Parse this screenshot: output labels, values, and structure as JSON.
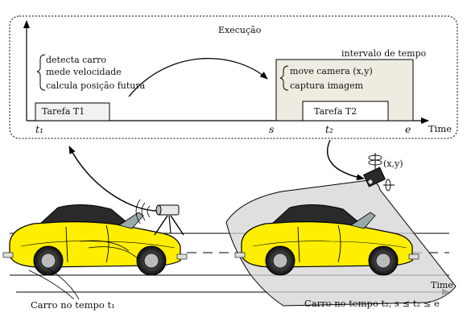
{
  "panel": {
    "title": "Execução",
    "brace_lines": [
      "detecta carro",
      "mede velocidade",
      "calcula posição futura"
    ],
    "task1": "Tarefa T1",
    "interval_label": "intervalo de tempo",
    "interval_lines": [
      "move camera (x,y)",
      "captura imagem"
    ],
    "task2": "Tarefa T2",
    "axis": {
      "label": "Time",
      "ticks": {
        "t1": "t₁",
        "s": "s",
        "t2": "t₂",
        "e": "e"
      }
    }
  },
  "camera_label": "(x,y)",
  "road_time_label": "Time",
  "captions": {
    "left": "Carro no tempo t₁",
    "right": "Carro no tempo t₂, s ≤ t₂ ≤ e"
  },
  "colors": {
    "car_body": "#ffee00",
    "interval_fill": "#eeebe0",
    "task_fill": "#f2f2f2",
    "camera_cone": "#d4d4d4"
  }
}
